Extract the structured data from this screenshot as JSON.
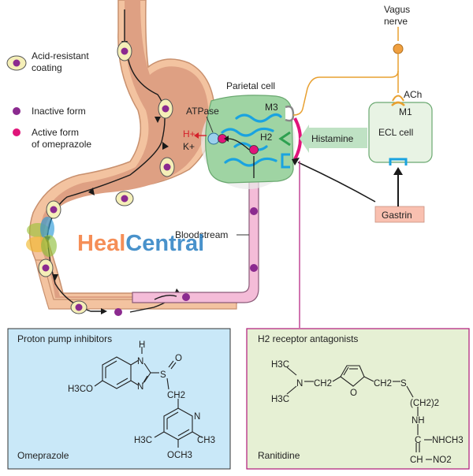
{
  "legend": {
    "coating": [
      "Acid-resistant",
      "coating"
    ],
    "inactive": "Inactive form",
    "active": [
      "Active form",
      "of omeprazole"
    ]
  },
  "labels": {
    "vagus": [
      "Vagus",
      "nerve"
    ],
    "parietal_cell": "Parietal cell",
    "atpase": "ATPase",
    "m3": "M3",
    "h2": "H2",
    "hplus": "H+",
    "kplus": "K+",
    "ach": "ACh",
    "m1": "M1",
    "ecl_cell": "ECL cell",
    "histamine": "Histamine",
    "gastrin": "Gastrin",
    "bloodstream": "Bloodstream"
  },
  "watermark": {
    "part1": "Heal",
    "part2": "Central"
  },
  "ppi_panel": {
    "title": "Proton pump inhibitors",
    "drug": "Omeprazole",
    "atoms": {
      "h": "H",
      "n1": "N",
      "n2": "N",
      "s": "S",
      "o": "O",
      "ch2": "CH2",
      "h3co": "H3CO",
      "ring_n": "N",
      "h3c": "H3C",
      "ch3": "CH3",
      "och3": "OCH3"
    }
  },
  "h2_panel": {
    "title": "H2 receptor antagonists",
    "drug": "Ranitidine",
    "atoms": {
      "h3c_top": "H3C",
      "n": "N",
      "ch2_left": "CH2",
      "h3c_bottom": "H3C",
      "o": "O",
      "ch2_right": "CH2",
      "s": "S",
      "ch2_chain": "(CH2)2",
      "nh": "NH",
      "c_nhch3": "C",
      "nhch3": "NHCH3",
      "ch": "CH",
      "no2": "NO2"
    }
  },
  "colors": {
    "stomach_outer": "#f3c3a0",
    "stomach_inner": "#dea083",
    "capsule_fill": "#f5efb8",
    "inactive_dot": "#8b2a8f",
    "active_dot": "#e0157a",
    "parietal_fill": "#9fd4a3",
    "canaliculus": "#1aa3e0",
    "histamine_arrow": "#bfe2c4",
    "h2_receptor": "#2ea050",
    "receptor_magenta": "#e0157a",
    "nerve": "#e8a030",
    "gastrin_fill": "#f9c0b0",
    "bloodstream": "#f4bcd8",
    "ppi_bg": "#c9e8f8",
    "h2_bg": "#e6f0d4",
    "watermark_heal": "#f47b3a",
    "watermark_central": "#2a7fc2"
  }
}
